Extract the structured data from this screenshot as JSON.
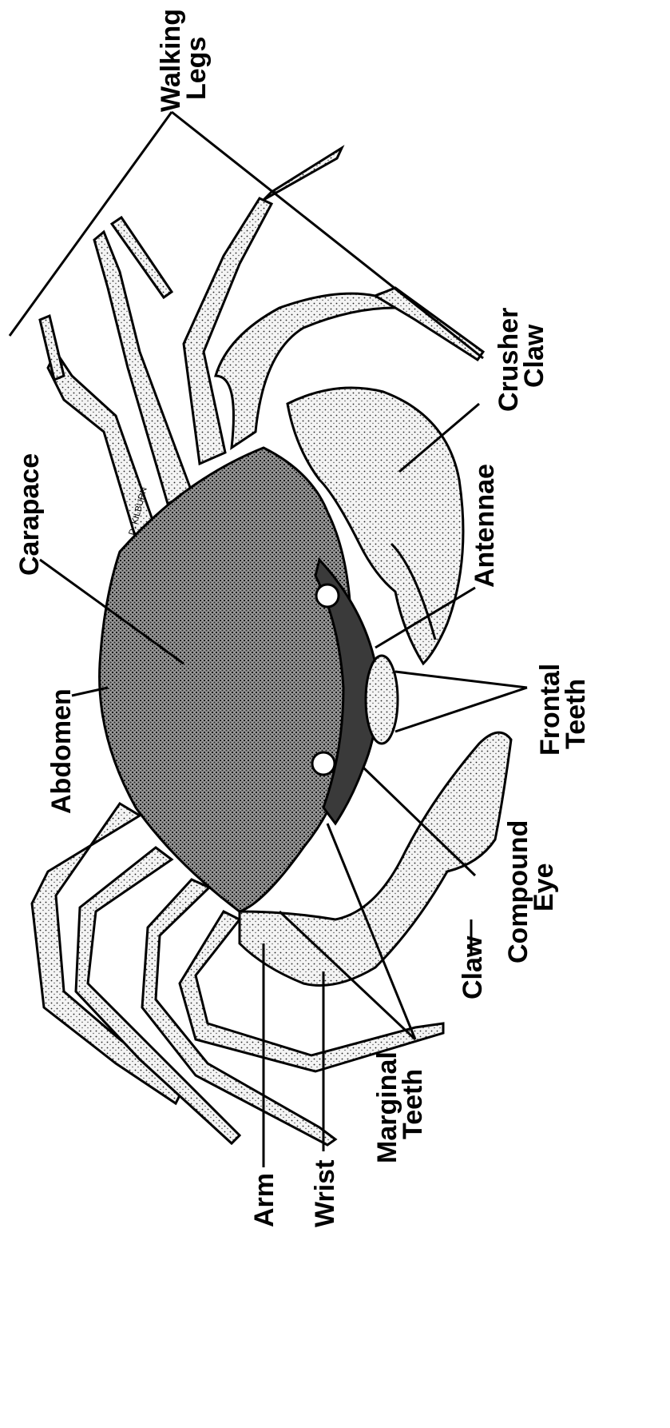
{
  "labels": {
    "walking_legs": [
      "Walking",
      "Legs"
    ],
    "crusher_claw": [
      "Crusher",
      "Claw"
    ],
    "carapace": "Carapace",
    "antennae": "Antennae",
    "abdomen": "Abdomen",
    "frontal_teeth": [
      "Frontal",
      "Teeth"
    ],
    "compound_eye": [
      "Compound",
      "Eye"
    ],
    "claw": "Claw",
    "marginal_teeth": [
      "Marginal",
      "Teeth"
    ],
    "wrist": "Wrist",
    "arm": "Arm"
  },
  "artist_signature": "D. KILBURN"
}
